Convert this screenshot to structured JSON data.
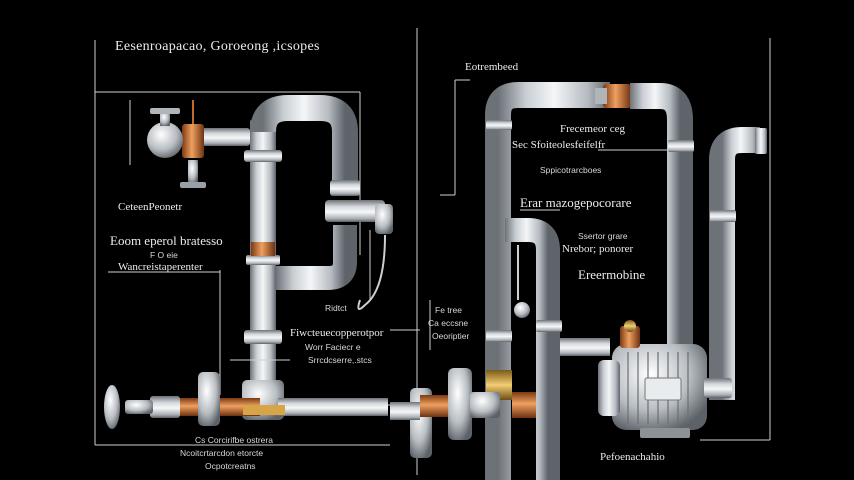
{
  "title": "Eesenroapacao, Goroeong ,icsopes",
  "colors": {
    "background": "#000000",
    "pipe_light": "#eef0f2",
    "pipe_mid": "#b7bcc2",
    "pipe_dark": "#70757b",
    "copper": "#c46a2a",
    "brass": "#d7a548",
    "leader_line": "#d0d0d0"
  },
  "icons": {
    "valve": "gate-valve-icon",
    "pump": "pump-motor-icon",
    "gauge": "pressure-gauge-icon",
    "hose": "hose-loop-icon"
  },
  "labels": {
    "left_component": "CeteenPeonetr",
    "left_head": "Eoom eperol bratesso",
    "left_small": "F O eie",
    "left_sub": "Wancreistaperenter",
    "center_fitting": "Ridtct",
    "center_note_1": "Fiwcteuecopperotpor",
    "center_note_2": "Worr Faciecr e",
    "center_note_3": "Srrcdcserre,.stcs",
    "bottom_note_1": "Cs Corcirifbe ostrera",
    "bottom_note_2": "Ncoitcrtarcdon etorcte",
    "bottom_note_3": "Ocpotcreatns",
    "right_top": "Eotrembeed",
    "right_1": "Frecemeor ceg",
    "right_2": "Sec Sfoiteolesfeifelfr",
    "right_3": "Sppicotrarcboes",
    "right_4": "Erar mazogepocorare",
    "right_5": "Ssertor grare",
    "right_6": "Nrebor; ponorer",
    "right_7": "Ereermobine",
    "right_small_1": "Fe tree",
    "right_small_2": "Ca eccsne",
    "right_small_3": "Oeoriptier",
    "pump_label": "Pefoenachahio"
  }
}
